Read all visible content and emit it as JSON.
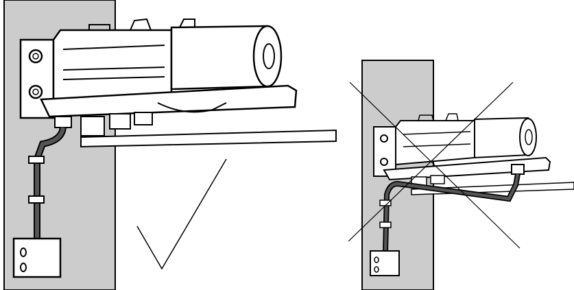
{
  "panels": [
    {
      "id": "correct",
      "verdict": "correct",
      "verdict_icon": "checkmark-icon"
    },
    {
      "id": "incorrect",
      "verdict": "incorrect",
      "verdict_icon": "cross-icon"
    }
  ],
  "colors": {
    "wall": "#cccccc",
    "line": "#000000",
    "cable": "#555555",
    "background": "#ffffff"
  }
}
